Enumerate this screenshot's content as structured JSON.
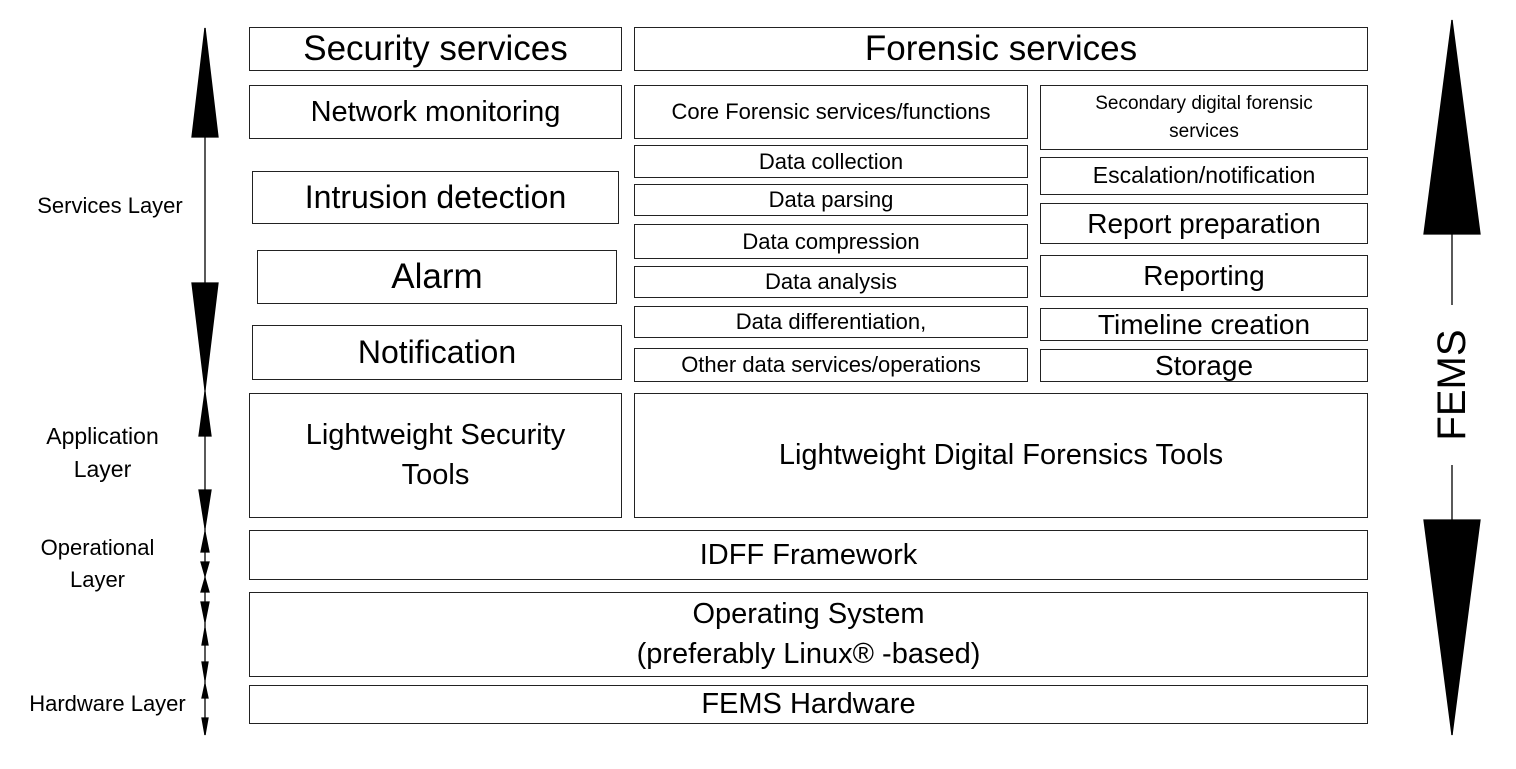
{
  "layers": {
    "services": "Services Layer",
    "application": "Application\nLayer",
    "operational": "Operational\nLayer",
    "hardware": "Hardware Layer"
  },
  "security": {
    "header": "Security services",
    "items": [
      "Network monitoring",
      "Intrusion detection",
      "Alarm",
      "Notification"
    ],
    "tools": "Lightweight Security\nTools"
  },
  "forensic": {
    "header": "Forensic services",
    "core_header": "Core Forensic services/functions",
    "core_items": [
      "Data collection",
      "Data parsing",
      "Data compression",
      "Data analysis",
      "Data differentiation,",
      "Other data services/operations"
    ],
    "secondary_header": "Secondary digital forensic\nservices",
    "secondary_items": [
      "Escalation/notification",
      "Report preparation",
      "Reporting",
      "Timeline creation",
      "Storage"
    ],
    "tools": "Lightweight Digital Forensics Tools"
  },
  "framework": "IDFF Framework",
  "os": "Operating System\n(preferably Linux® -based)",
  "hardware": "FEMS Hardware",
  "fems_label": "FEMS"
}
